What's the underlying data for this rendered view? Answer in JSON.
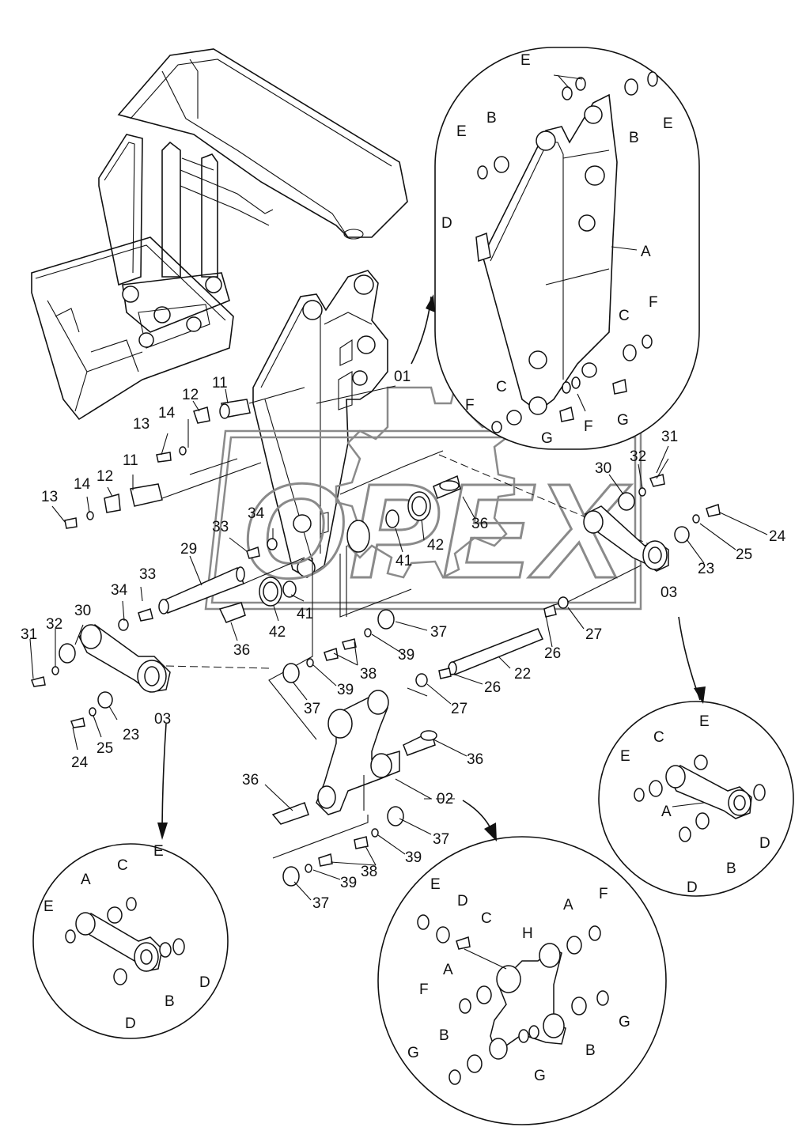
{
  "watermark": {
    "text": "OPEX",
    "color": "#8a8a8a"
  },
  "callouts": [
    "01",
    "11",
    "12",
    "13",
    "14",
    "11",
    "12",
    "13",
    "14",
    "29",
    "33",
    "34",
    "41",
    "42",
    "41",
    "42",
    "36",
    "36",
    "30",
    "31",
    "32",
    "03",
    "23",
    "24",
    "25",
    "33",
    "34",
    "30",
    "31",
    "32",
    "03",
    "23",
    "25",
    "24",
    "37",
    "38",
    "39",
    "37",
    "39",
    "26",
    "27",
    "22",
    "26",
    "27",
    "36",
    "36",
    "02",
    "37",
    "38",
    "39",
    "39",
    "37"
  ],
  "detail_labels": {
    "boom_01": [
      "E",
      "E",
      "B",
      "E",
      "B",
      "D",
      "A",
      "C",
      "F",
      "C",
      "F",
      "G",
      "G",
      "F"
    ],
    "link_03_right": [
      "E",
      "C",
      "E",
      "A",
      "D",
      "B",
      "D"
    ],
    "link_03_left": [
      "E",
      "C",
      "A",
      "E",
      "B",
      "D",
      "D"
    ],
    "link_02": [
      "E",
      "D",
      "C",
      "A",
      "F",
      "H",
      "A",
      "F",
      "B",
      "G",
      "G",
      "B",
      "G"
    ]
  },
  "colors": {
    "line": "#111111",
    "watermark": "#8a8a8a",
    "background": "#ffffff"
  }
}
